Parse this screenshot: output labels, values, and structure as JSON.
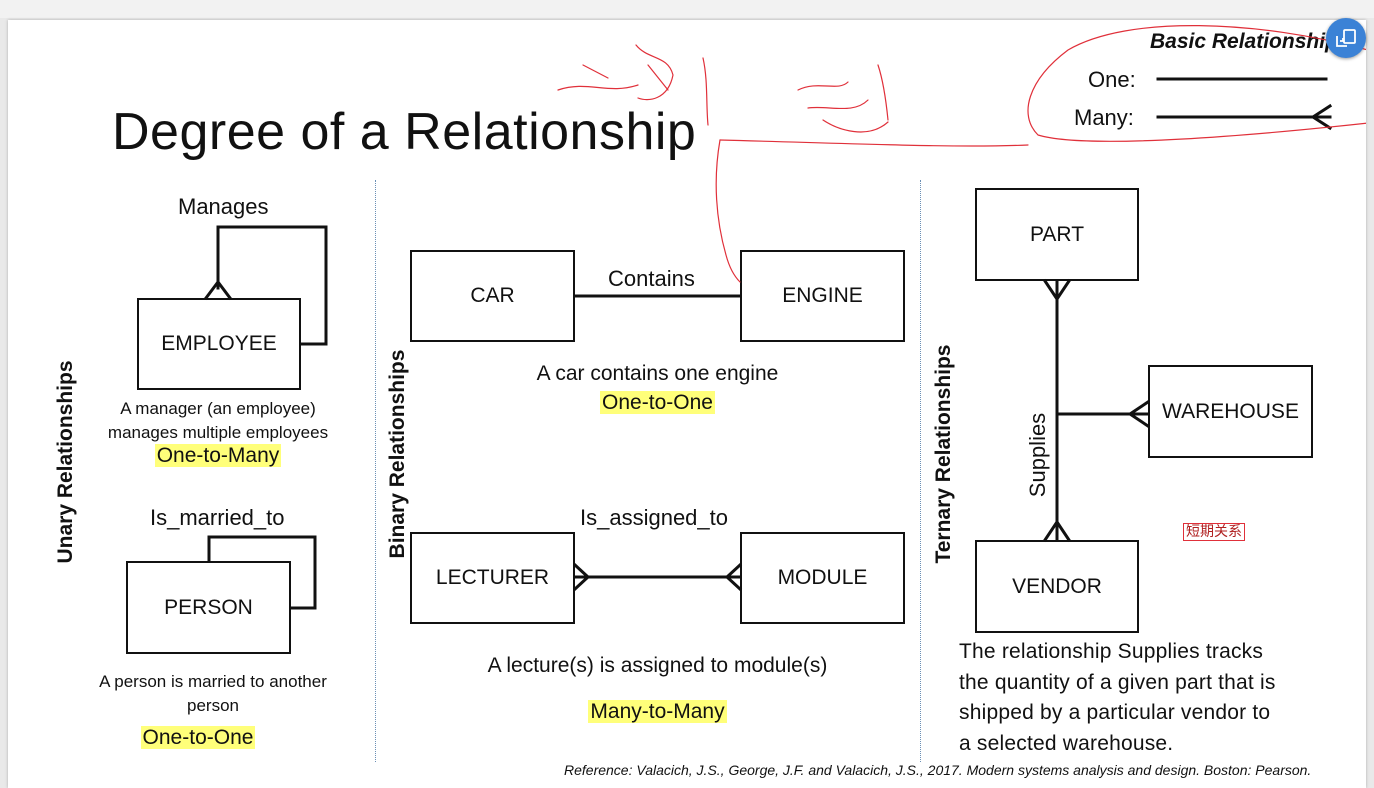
{
  "slide": {
    "title": "Degree of a Relationship",
    "legend": {
      "title": "Basic Relationship",
      "one_label": "One:",
      "many_label": "Many:"
    },
    "sections": {
      "unary": "Unary Relationships",
      "binary": "Binary Relationships",
      "ternary": "Ternary Relationships"
    },
    "unary": {
      "manages": {
        "relationship": "Manages",
        "entity": "EMPLOYEE",
        "description_line1": "A manager (an employee)",
        "description_line2": "manages multiple employees",
        "cardinality": "One-to-Many"
      },
      "married": {
        "relationship": "Is_married_to",
        "entity": "PERSON",
        "description_line1": "A person is married to another",
        "description_line2": "person",
        "cardinality": "One-to-One"
      }
    },
    "binary": {
      "contains": {
        "entity_left": "CAR",
        "entity_right": "ENGINE",
        "relationship": "Contains",
        "description": "A car contains one engine",
        "cardinality": "One-to-One"
      },
      "assigned": {
        "entity_left": "LECTURER",
        "entity_right": "MODULE",
        "relationship": "Is_assigned_to",
        "description": "A lecture(s) is assigned to module(s)",
        "cardinality": "Many-to-Many"
      }
    },
    "ternary": {
      "entity_top": "PART",
      "entity_right": "WAREHOUSE",
      "entity_bottom": "VENDOR",
      "relationship": "Supplies",
      "description_lines": [
        "The relationship Supplies tracks",
        "the quantity of a given part that is",
        "shipped by a particular vendor to",
        "a selected warehouse."
      ]
    },
    "reference": "Reference: Valacich, J.S., George, J.F. and Valacich, J.S., 2017. Modern systems analysis and design. Boston: Pearson."
  },
  "annotation": {
    "note": "短期关系"
  },
  "colors": {
    "highlight": "#ffff7a",
    "annotation": "#e0303a",
    "tool_button": "#3b82d6"
  },
  "icons": {
    "tool_button": "translate-icon"
  }
}
